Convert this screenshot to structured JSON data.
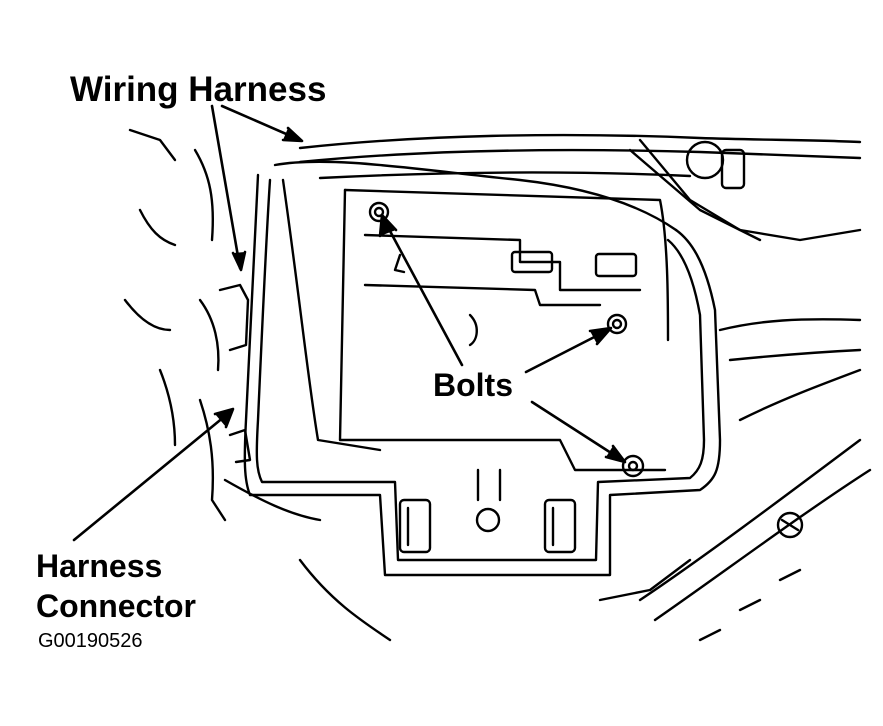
{
  "labels": {
    "wiring_harness": "Wiring Harness",
    "bolts": "Bolts",
    "harness_connector_line1": "Harness",
    "harness_connector_line2": "Connector"
  },
  "figure_id": "G00190526",
  "colors": {
    "ink": "#000000",
    "paper": "#ffffff"
  }
}
